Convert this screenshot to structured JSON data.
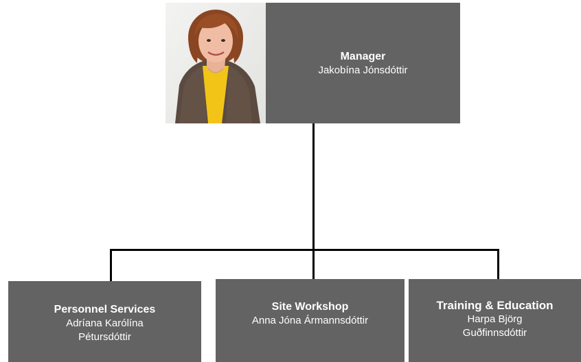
{
  "manager": {
    "role": "Manager",
    "name": "Jakobína Jónsdóttir",
    "photo_icon": "portrait-photo"
  },
  "departments": [
    {
      "role": "Personnel Services",
      "name_line1": "Adríana Karólína",
      "name_line2": "Pétursdóttir"
    },
    {
      "role": "Site Workshop",
      "name_line1": "Anna Jóna Ármannsdóttir",
      "name_line2": ""
    },
    {
      "role": "Training & Education",
      "name_line1": "Harpa Björg",
      "name_line2": "Guðfinnsdóttir"
    }
  ],
  "colors": {
    "box_fill": "#636363",
    "box_text": "#ffffff",
    "connector": "#000000"
  }
}
